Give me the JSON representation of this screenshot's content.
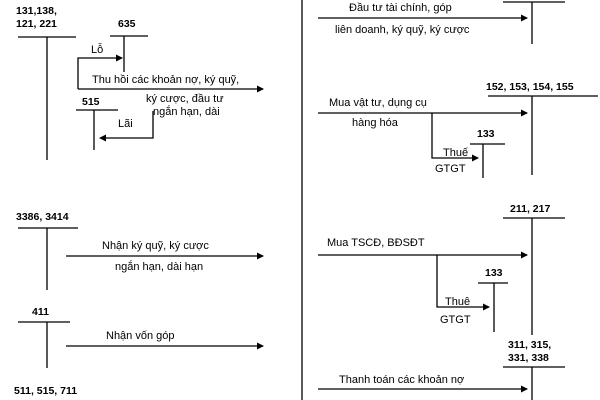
{
  "left": {
    "acc_131": {
      "line1": "131,138,",
      "line2": "121, 221"
    },
    "acc_635": "635",
    "lo": "Lỗ",
    "thu_hoi": {
      "line1": "Thu hồi các khoản nợ, ký quỹ,",
      "line2": "ký cược, đầu tư",
      "line3": "ngắn hạn, dài"
    },
    "acc_515": "515",
    "lai": "Lãi",
    "acc_3386": "3386, 3414",
    "nhan_ky_quy": {
      "line1": "Nhận ký quỹ, ký cược",
      "line2": "ngắn hạn, dài hạn"
    },
    "acc_411": "411",
    "nhan_von": "Nhận vốn góp",
    "acc_511": "511, 515, 711"
  },
  "right": {
    "dau_tu": {
      "line1": "Đầu tư tài chính, góp",
      "line2": "liên doanh, ký quỹ, ký cược"
    },
    "acc_152": "152, 153, 154, 155",
    "mua_vat_tu": {
      "line1": "Mua vật tư, dụng cụ",
      "line2": "hàng hóa"
    },
    "acc_133_a": "133",
    "thue_a": {
      "line1": "Thuế",
      "line2": "GTGT"
    },
    "acc_211": "211, 217",
    "mua_tscd": "Mua TSCĐ, BĐSĐT",
    "acc_133_b": "133",
    "thue_b": {
      "line1": "Thuê",
      "line2": "GTGT"
    },
    "acc_311": {
      "line1": "311, 315,",
      "line2": "331, 338"
    },
    "thanh_toan": "Thanh toán các khoản nợ"
  }
}
